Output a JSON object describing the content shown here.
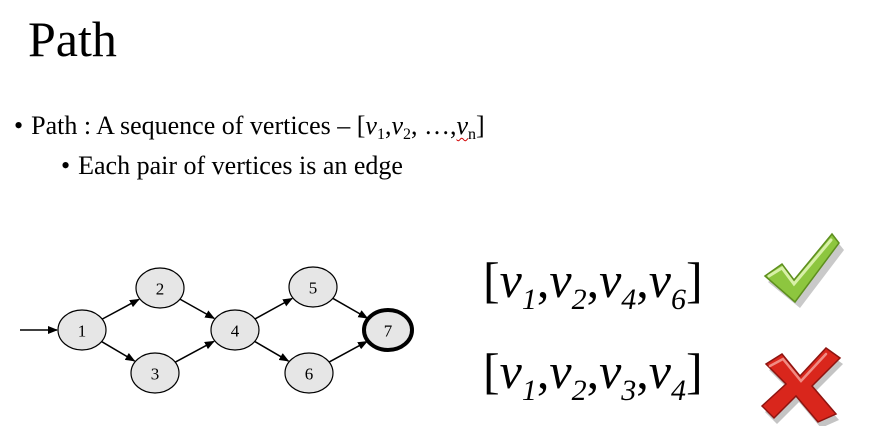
{
  "title": "Path",
  "bullets": {
    "b1_prefix": "Path : A sequence of vertices – [",
    "b1_v": "v",
    "sub_1": "1",
    "sub_2": "2",
    "sub_n": "n",
    "b1_comma": ",",
    "b1_ellipsis": ",  …,",
    "b1_close": "]",
    "b2": "Each pair of vertices is an edge"
  },
  "graph": {
    "nodes": [
      {
        "id": "1",
        "label": "1"
      },
      {
        "id": "2",
        "label": "2"
      },
      {
        "id": "3",
        "label": "3"
      },
      {
        "id": "4",
        "label": "4"
      },
      {
        "id": "5",
        "label": "5"
      },
      {
        "id": "6",
        "label": "6"
      },
      {
        "id": "7",
        "label": "7",
        "target": true
      }
    ],
    "edges": [
      [
        "1",
        "2"
      ],
      [
        "1",
        "3"
      ],
      [
        "2",
        "4"
      ],
      [
        "3",
        "4"
      ],
      [
        "4",
        "5"
      ],
      [
        "4",
        "6"
      ],
      [
        "5",
        "7"
      ],
      [
        "6",
        "7"
      ]
    ],
    "entry_arrow_to": "1"
  },
  "examples": [
    {
      "open": "[",
      "v": "v",
      "subs": [
        "1",
        "2",
        "4",
        "6"
      ],
      "close": "]",
      "valid": true,
      "icon": "checkmark-icon",
      "color": "#8dc63f"
    },
    {
      "open": "[",
      "v": "v",
      "subs": [
        "1",
        "2",
        "3",
        "4"
      ],
      "close": "]",
      "valid": false,
      "icon": "cross-icon",
      "color": "#d9261c"
    }
  ]
}
